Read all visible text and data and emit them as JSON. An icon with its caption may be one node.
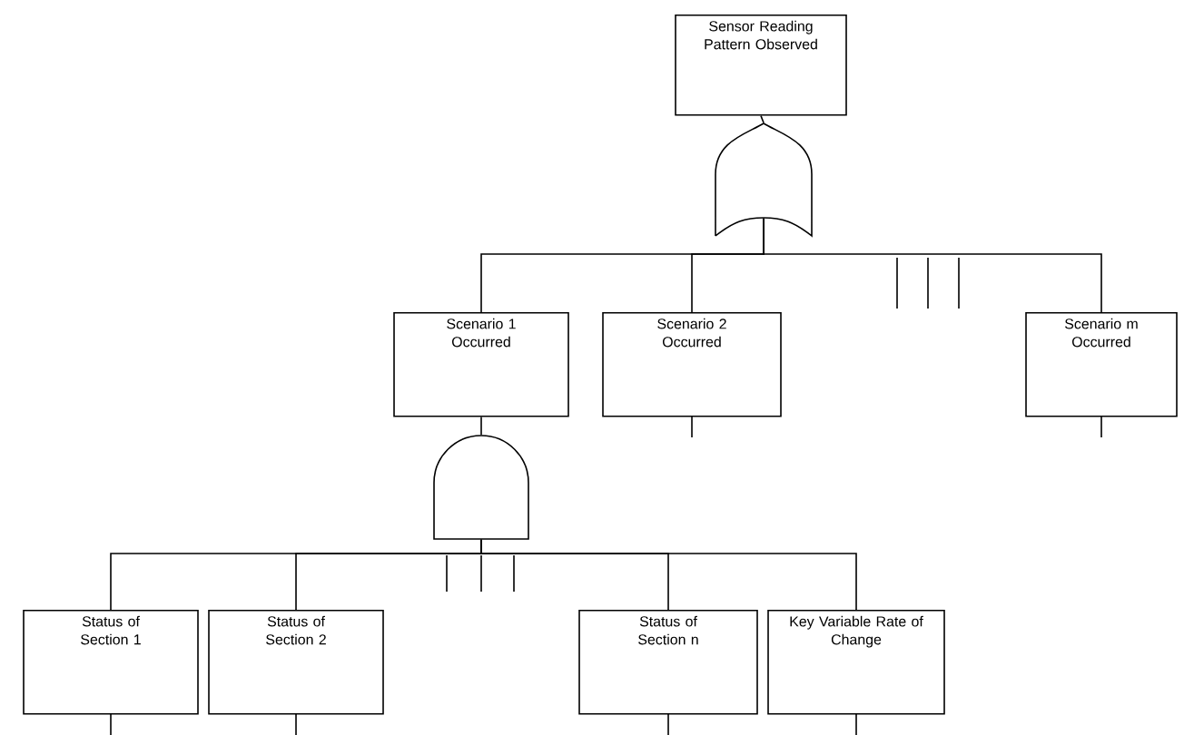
{
  "diagram": {
    "nodes": [
      {
        "text": [
          "Sensor Reading Pattern Observed"
        ]
      },
      {
        "text": [],
        "shape": "shield"
      },
      {
        "text": [
          "Scenario 1 Occurred"
        ]
      },
      {
        "text": [
          "Scenario 2 Occurred"
        ]
      },
      {
        "text": [
          "Scenario m Occurred"
        ]
      },
      {
        "text": [],
        "shape": "dome"
      },
      {
        "text": [
          "Status of Section 1"
        ]
      },
      {
        "text": [
          "Status of Section 2"
        ]
      },
      {
        "text": [
          "Status of Section n"
        ]
      },
      {
        "text": [
          "Key Variable Rate of Change"
        ]
      }
    ],
    "edges": [
      {
        "from": 1,
        "to": 0,
        "arrow": "none"
      },
      {
        "from": 1,
        "to": 2,
        "arrow": "none"
      },
      {
        "from": 1,
        "to": 3,
        "arrow": "none"
      },
      {
        "from": 1,
        "to": 4,
        "arrow": "none"
      },
      {
        "from": 5,
        "to": 2,
        "arrow": "none"
      },
      {
        "from": 5,
        "to": 6,
        "arrow": "none"
      },
      {
        "from": 5,
        "to": 7,
        "arrow": "none"
      },
      {
        "from": 5,
        "to": 8,
        "arrow": "none"
      },
      {
        "from": 5,
        "to": 9,
        "arrow": "none"
      }
    ]
  }
}
